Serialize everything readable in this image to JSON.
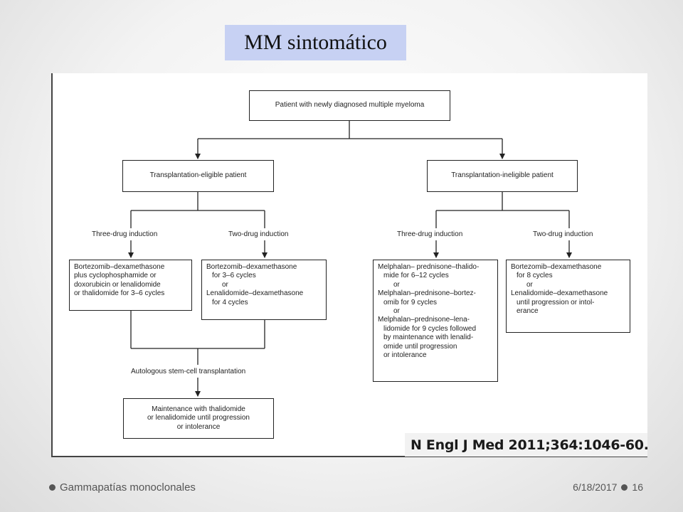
{
  "slide": {
    "title": "MM sintomático",
    "footer_left": "Gammapatías monoclonales",
    "date": "6/18/2017",
    "page_number": "16"
  },
  "diagram": {
    "root": "Patient with newly diagnosed multiple myeloma",
    "eligible": {
      "title": "Transplantation-eligible patient",
      "three_drug_label": "Three-drug induction",
      "two_drug_label": "Two-drug induction",
      "three_drug_box": [
        "Bortezomib–dexamethasone",
        "plus cyclophosphamide or",
        "doxorubicin or lenalidomide",
        "or thalidomide for 3–6 cycles"
      ],
      "two_drug_box": [
        "Bortezomib–dexamethasone",
        "for 3–6 cycles",
        "or",
        "Lenalidomide–dexamethasone",
        "for 4 cycles"
      ],
      "asct_label": "Autologous stem-cell transplantation",
      "maintenance_box": [
        "Maintenance with thalidomide",
        "or lenalidomide until progression",
        "or intolerance"
      ]
    },
    "ineligible": {
      "title": "Transplantation-ineligible patient",
      "three_drug_label": "Three-drug induction",
      "two_drug_label": "Two-drug induction",
      "three_drug_box": [
        "Melphalan– prednisone–thalido-",
        "mide for 6–12 cycles",
        "or",
        "Melphalan–prednisone–bortez-",
        "omib for 9 cycles",
        "or",
        "Melphalan–prednisone–lena-",
        "lidomide for 9 cycles followed",
        "by maintenance with lenalid-",
        "omide until progression",
        "or intolerance"
      ],
      "two_drug_box": [
        "Bortezomib–dexamethasone",
        "for 8 cycles",
        "or",
        "Lenalidomide–dexamethasone",
        "until progression or intol-",
        "erance"
      ]
    },
    "citation": "N Engl J Med 2011;364:1046-60."
  }
}
